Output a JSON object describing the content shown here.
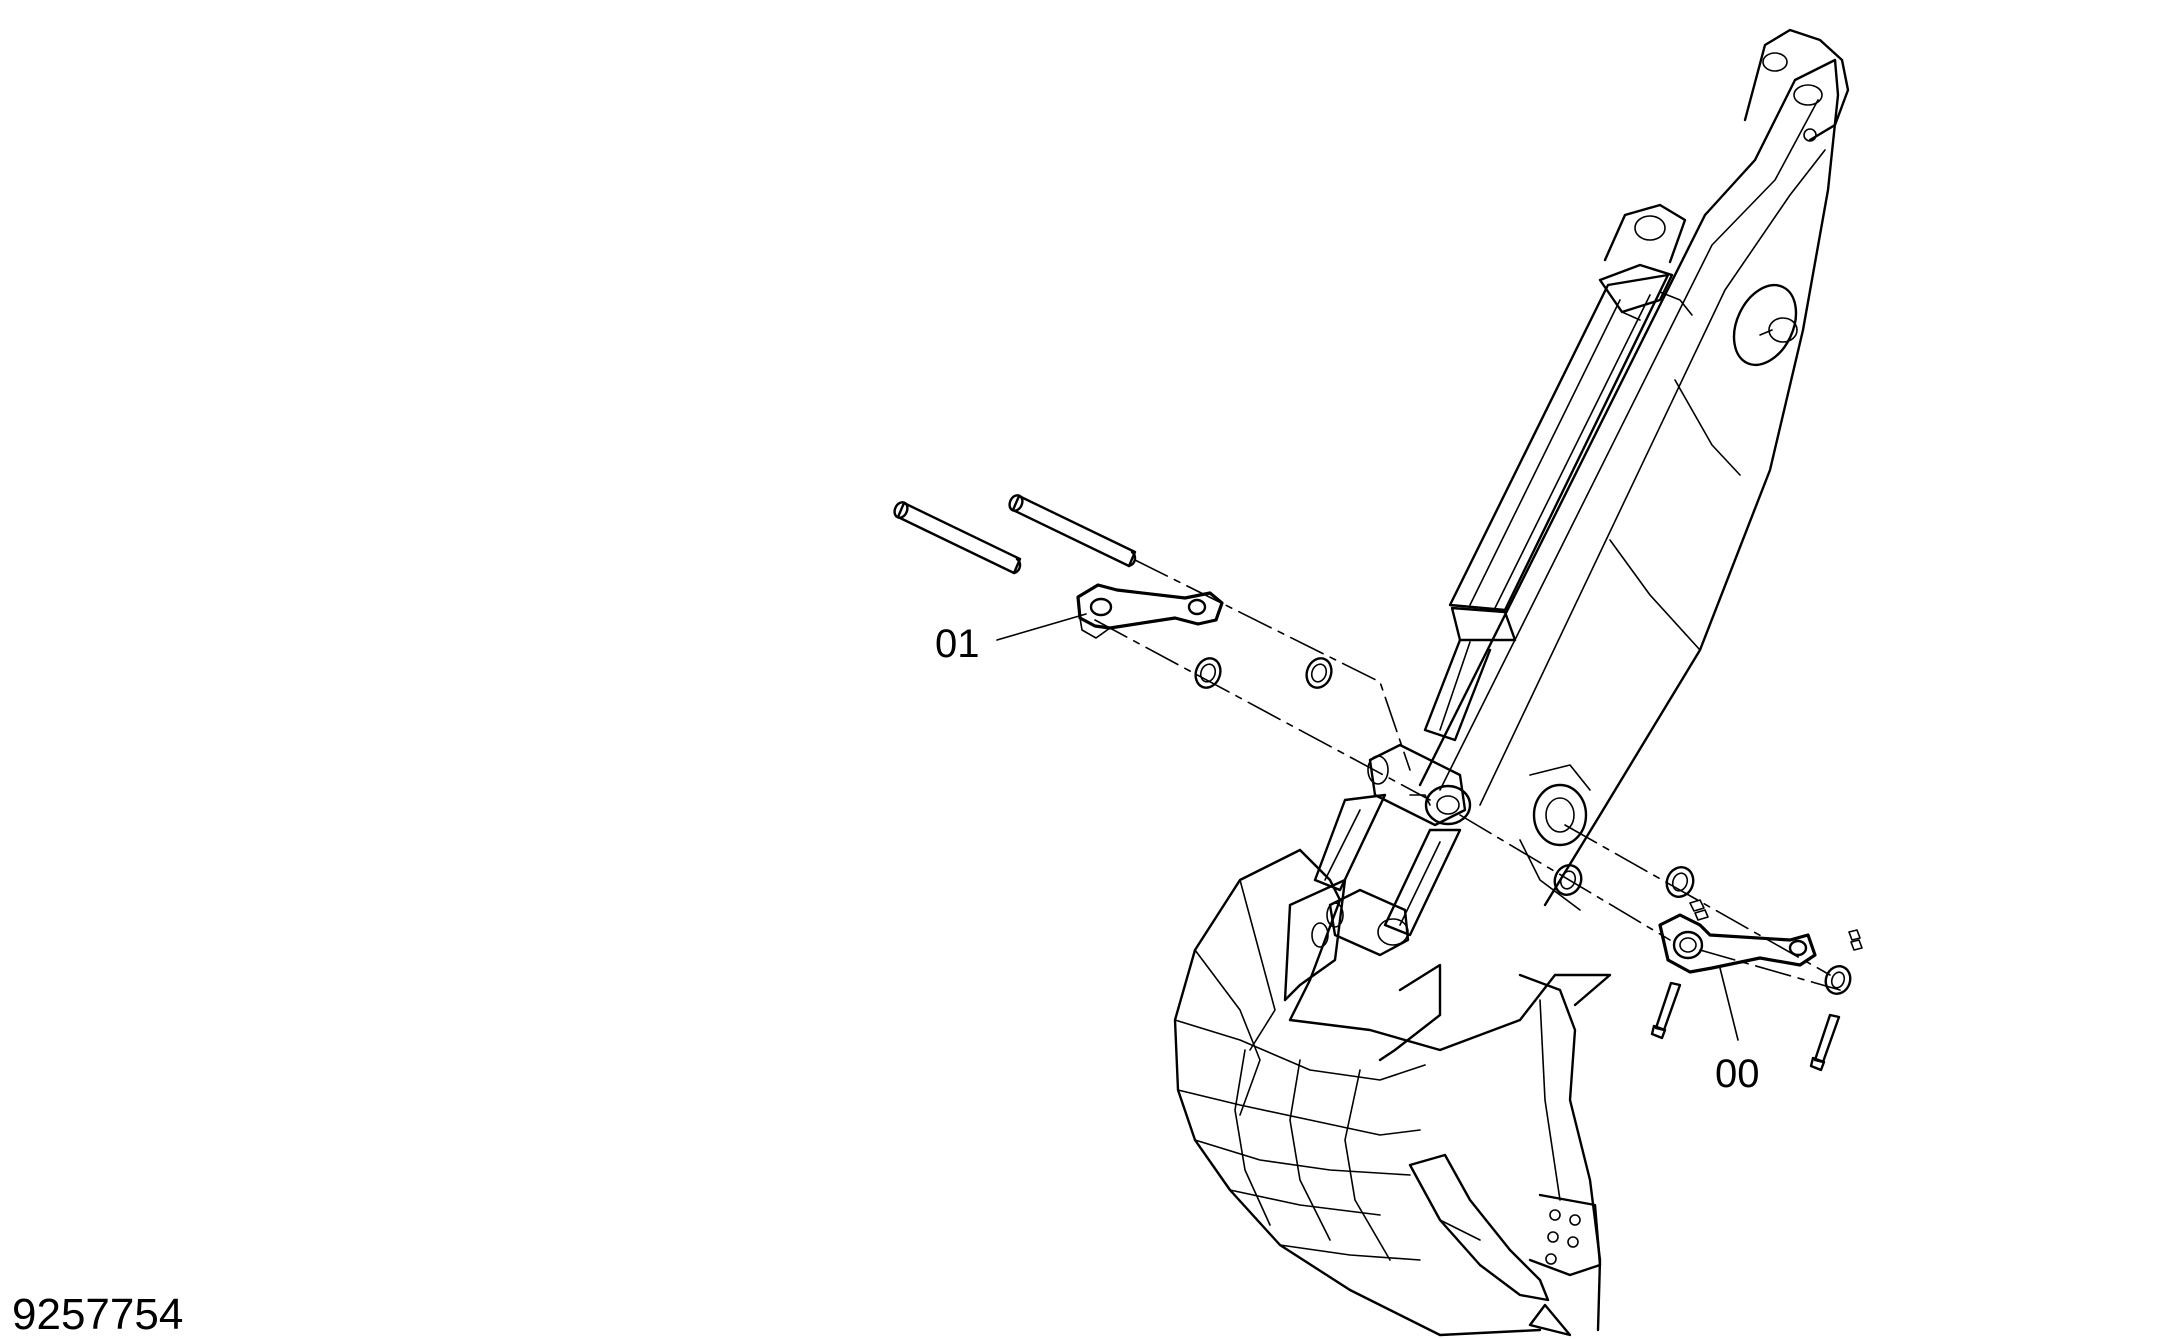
{
  "drawing_number": "9257754",
  "callouts": [
    {
      "id": "01",
      "part": "link"
    },
    {
      "id": "00",
      "part": "link"
    }
  ]
}
